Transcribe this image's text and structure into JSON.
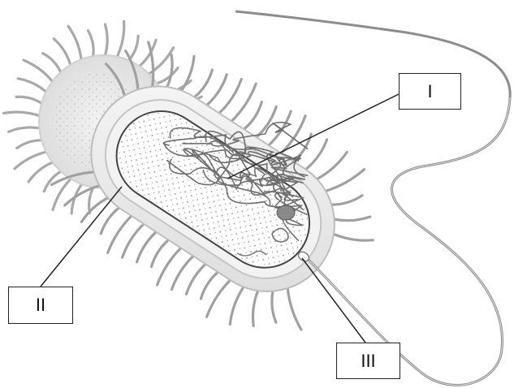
{
  "labels": {
    "one": "I",
    "two": "II",
    "three": "III"
  },
  "colors": {
    "background": "#ffffff",
    "outline": "#222222",
    "capsule": "#e8e8e8",
    "pili": "#9a9a9a",
    "flagellum": "#8c8c8c",
    "dna": "#6f6f6f"
  }
}
